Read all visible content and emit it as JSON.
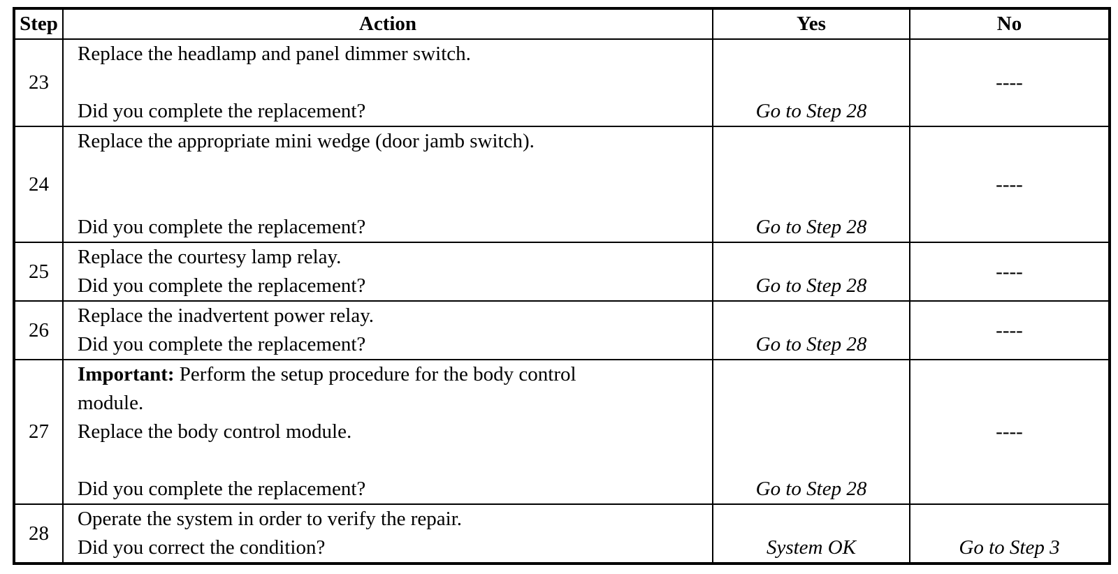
{
  "headers": {
    "step": "Step",
    "action": "Action",
    "yes": "Yes",
    "no": "No"
  },
  "rows": [
    {
      "step": "23",
      "line1": "Replace the headlamp and panel dimmer switch.",
      "question": "Did you complete the replacement?",
      "yes": "Go to Step 28",
      "no": "----"
    },
    {
      "step": "24",
      "line1": "Replace the appropriate mini wedge (door jamb switch).",
      "question": "Did you complete the replacement?",
      "yes": "Go to Step 28",
      "no": "----"
    },
    {
      "step": "25",
      "line1": "Replace the courtesy lamp relay.",
      "question": "Did you complete the replacement?",
      "yes": "Go to Step 28",
      "no": "----"
    },
    {
      "step": "26",
      "line1": "Replace the inadvertent power relay.",
      "question": "Did you complete the replacement?",
      "yes": "Go to Step 28",
      "no": "----"
    },
    {
      "step": "27",
      "important_label": "Important:",
      "important_text_a": " Perform the setup procedure for the body control",
      "important_text_b": "module.",
      "line1": "Replace the body control module.",
      "question": "Did you complete the replacement?",
      "yes": "Go to Step 28",
      "no": "----"
    },
    {
      "step": "28",
      "line1": "Operate the system in order to verify the repair.",
      "question": "Did you correct the condition?",
      "yes": "System OK",
      "no": "Go to Step 3"
    }
  ]
}
